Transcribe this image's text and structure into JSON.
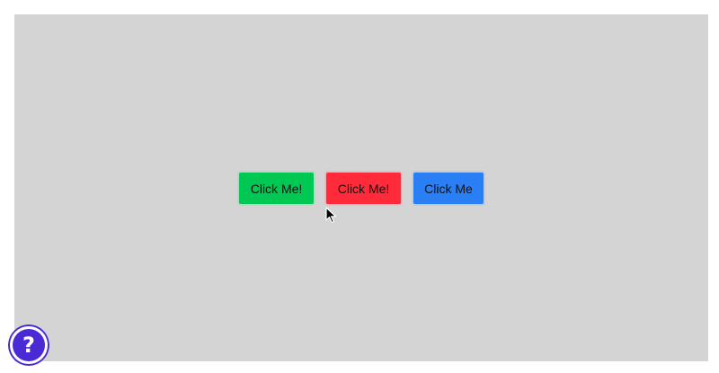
{
  "buttons": [
    {
      "label": "Click Me!",
      "color": "#00c853"
    },
    {
      "label": "Click Me!",
      "color": "#ff2a3a"
    },
    {
      "label": "Click Me",
      "color": "#2a7ff5"
    }
  ],
  "help": {
    "glyph": "?",
    "accent": "#4b2ad6"
  },
  "stage": {
    "background": "#d4d4d4"
  }
}
